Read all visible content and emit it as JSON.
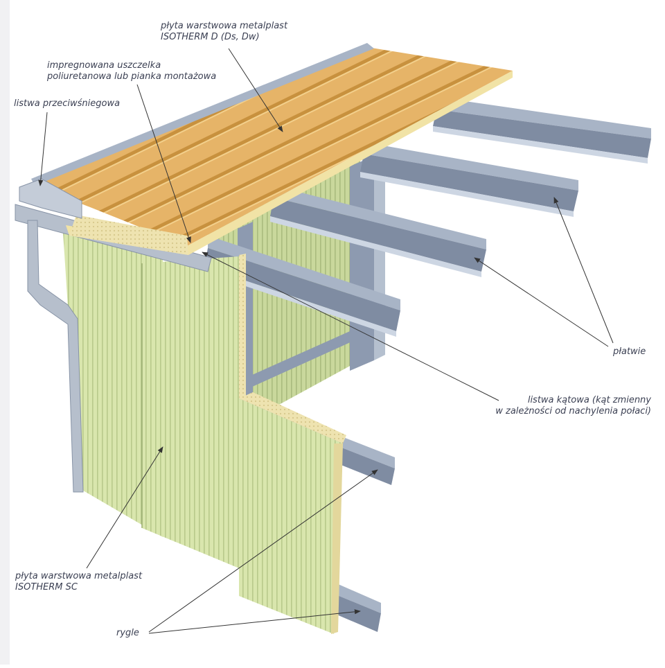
{
  "labels": {
    "roof_panel": {
      "line1": "płyta warstwowa metalplast",
      "line2": "ISOTHERM D (Ds, Dw)"
    },
    "seal": {
      "line1": "impregnowana uszczelka",
      "line2": "poliuretanowa lub pianka montażowa"
    },
    "snow_strip": "listwa przeciwśniegowa",
    "purlins": "płatwie",
    "corner_strip": {
      "line1": "listwa kątowa (kąt zmienny",
      "line2": "w zależności od nachylenia połaci)"
    },
    "wall_panel": {
      "line1": "płyta warstwowa metalplast",
      "line2": "ISOTHERM SC"
    },
    "rails": "rygle"
  },
  "colors": {
    "roof_top": "#e6b468",
    "roof_rib": "#c8913e",
    "roof_core": "#f1e3a6",
    "wall_face": "#d9e6ad",
    "wall_stripe": "#b8c98b",
    "wall_core": "#eee3b0",
    "steel": "#a8b4c6",
    "steel_dark": "#7f8ca2",
    "steel_light": "#cdd6e3",
    "gutter": "#b6bfcc",
    "leader": "#333333"
  }
}
